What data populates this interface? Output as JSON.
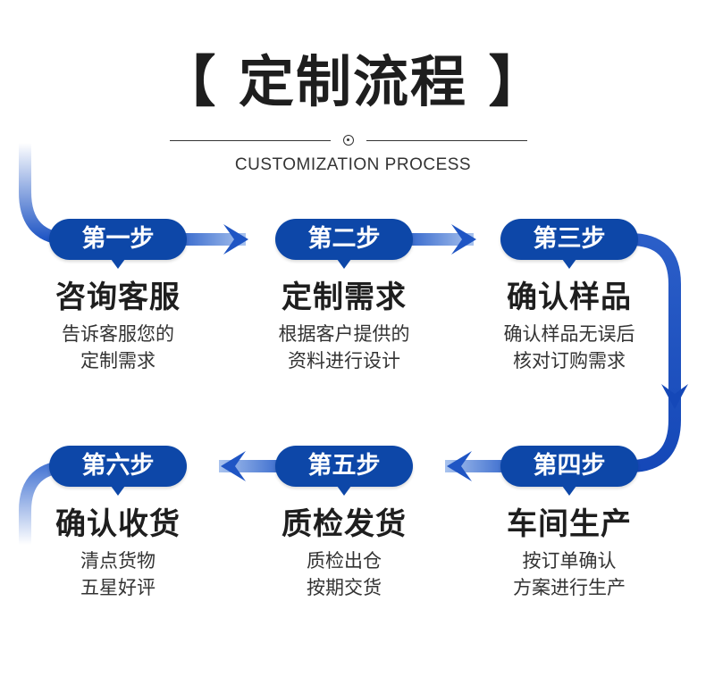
{
  "header": {
    "title": "【 定制流程 】",
    "subtitle": "CUSTOMIZATION PROCESS"
  },
  "colors": {
    "pill": "#0d47a8",
    "line_dark": "#1548b8",
    "line_light": "#c9daf5",
    "text": "#1e1e1e"
  },
  "steps": [
    {
      "label": "第一步",
      "title": "咨询客服",
      "desc": "告诉客服您的\n定制需求"
    },
    {
      "label": "第二步",
      "title": "定制需求",
      "desc": "根据客户提供的\n资料进行设计"
    },
    {
      "label": "第三步",
      "title": "确认样品",
      "desc": "确认样品无误后\n核对订购需求"
    },
    {
      "label": "第四步",
      "title": "车间生产",
      "desc": "按订单确认\n方案进行生产"
    },
    {
      "label": "第五步",
      "title": "质检发货",
      "desc": "质检出仓\n按期交货"
    },
    {
      "label": "第六步",
      "title": "确认收货",
      "desc": "清点货物\n五星好评"
    }
  ]
}
